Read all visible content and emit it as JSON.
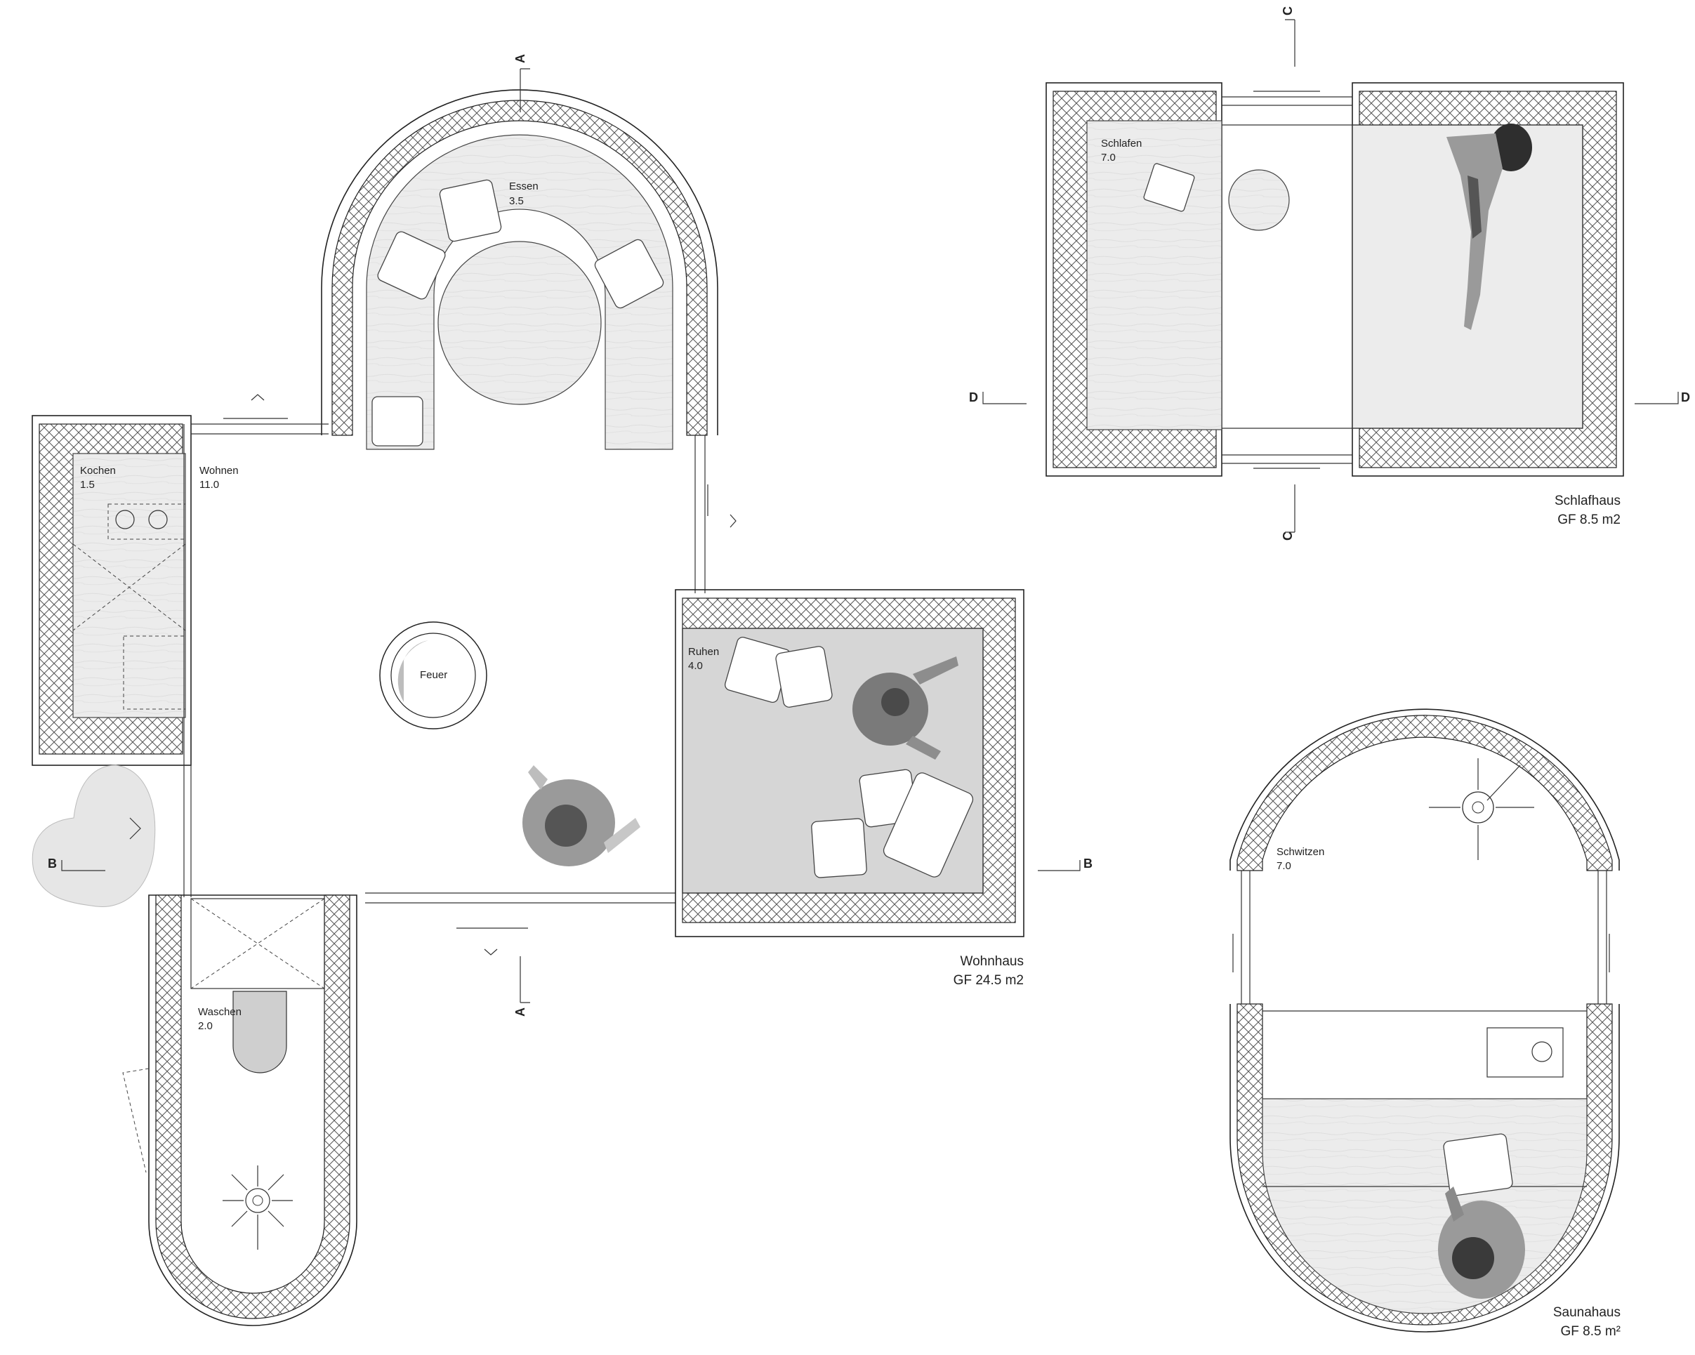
{
  "rooms": {
    "essen": {
      "name": "Essen",
      "area": "3.5"
    },
    "kochen": {
      "name": "Kochen",
      "area": "1.5"
    },
    "wohnen": {
      "name": "Wohnen",
      "area": "11.0"
    },
    "ruhen": {
      "name": "Ruhen",
      "area": "4.0"
    },
    "waschen": {
      "name": "Waschen",
      "area": "2.0"
    },
    "schlafen": {
      "name": "Schlafen",
      "area": "7.0"
    },
    "schwitzen": {
      "name": "Schwitzen",
      "area": "7.0"
    },
    "feuer": {
      "name": "Feuer"
    }
  },
  "houses": {
    "wohnhaus": {
      "name": "Wohnhaus",
      "gf": "GF 24.5 m2"
    },
    "schlafhaus": {
      "name": "Schlafhaus",
      "gf": "GF 8.5 m2"
    },
    "saunahaus": {
      "name": "Saunahaus",
      "gf": "GF 8.5 m²"
    }
  },
  "section_marks": {
    "a": "A",
    "b": "B",
    "c": "C",
    "d": "D"
  },
  "colors": {
    "line": "#222222",
    "wood_floor": "#ededed",
    "rest_area": "#d6d6d6",
    "person_gray": "#555555"
  },
  "icons": [
    "person-sitting-icon",
    "person-lying-icon",
    "person-standing-icon",
    "shower-drain-icon",
    "sauna-stove-icon",
    "fire-pit-icon"
  ]
}
